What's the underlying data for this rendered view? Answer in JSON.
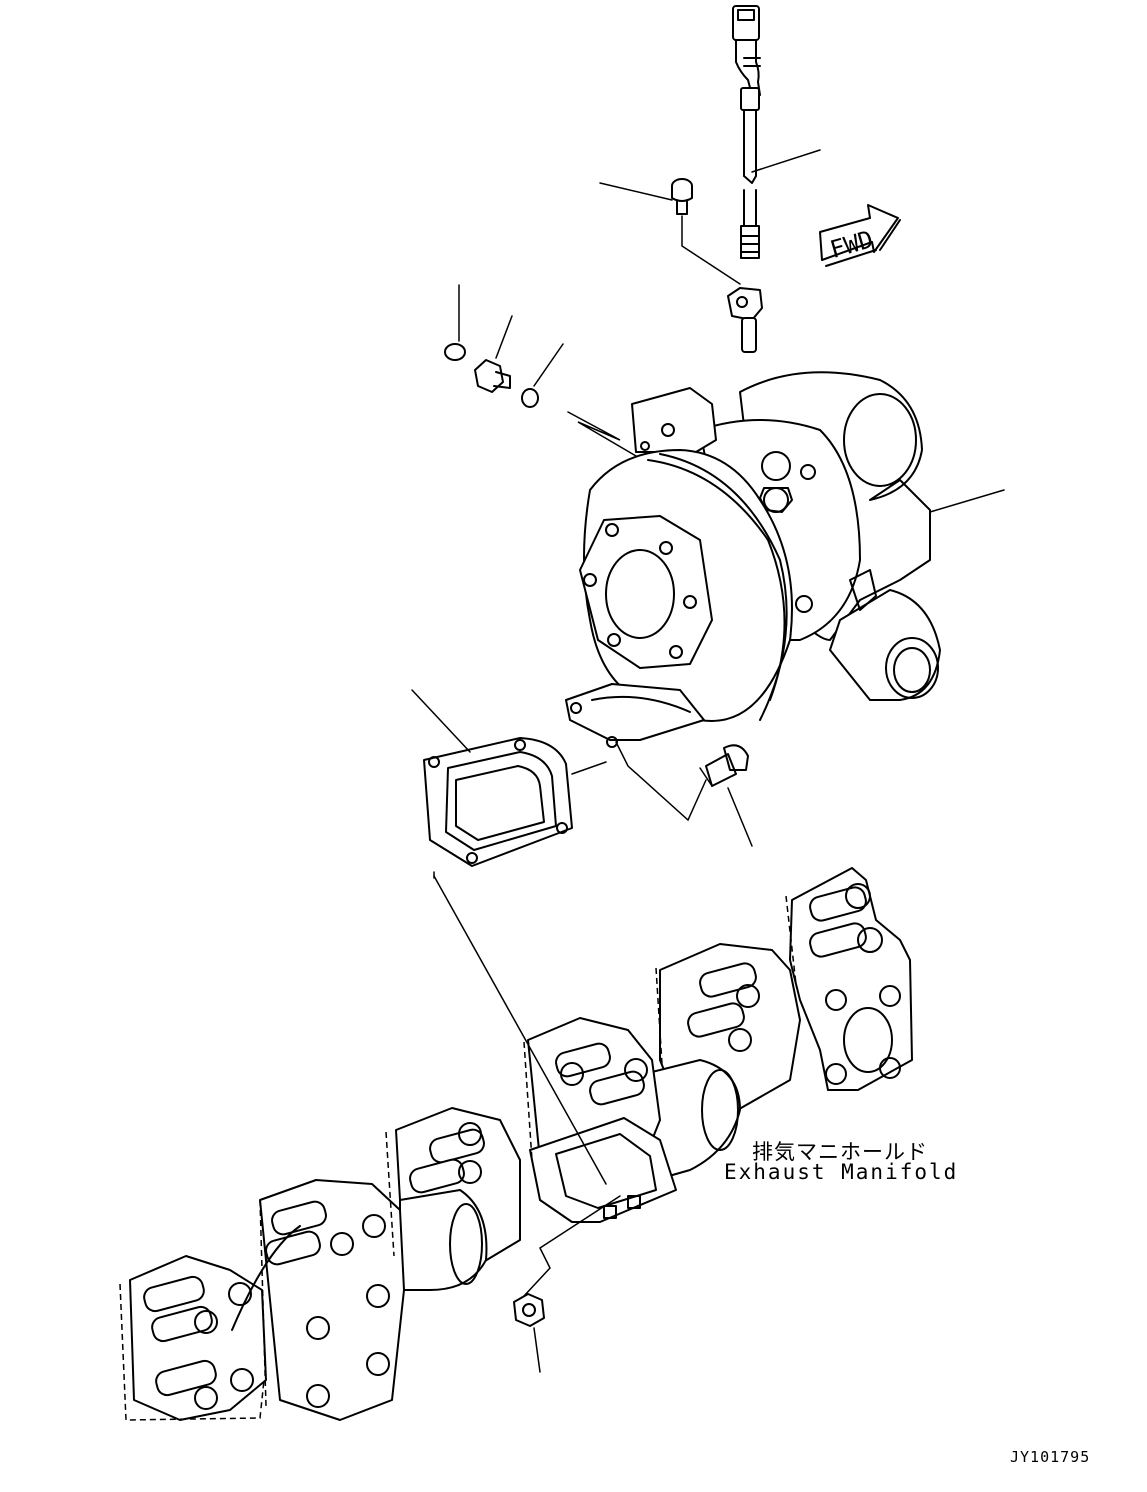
{
  "direction_arrow": {
    "text": "FWD"
  },
  "callout_labels": {
    "manifold_jp": "排気マニホールド",
    "manifold_en": "Exhaust Manifold"
  },
  "drawing_id": "JY101795"
}
